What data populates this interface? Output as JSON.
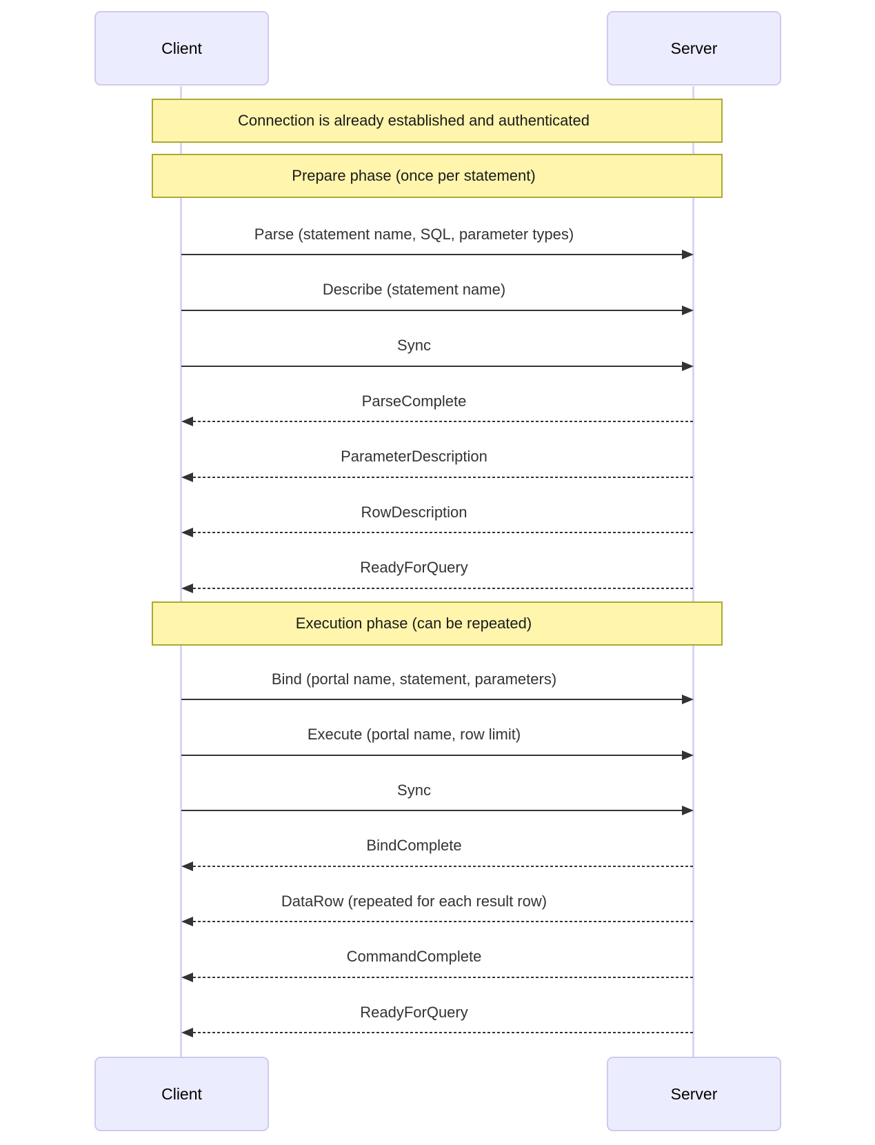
{
  "diagram": {
    "type": "sequence-diagram",
    "topic": "PostgreSQL extended query protocol",
    "actors": {
      "client": "Client",
      "server": "Server"
    },
    "notes": [
      {
        "text": "Connection is already established and authenticated"
      },
      {
        "text": "Prepare phase (once per statement)"
      },
      {
        "text": "Execution phase (can be repeated)"
      }
    ],
    "messages": [
      {
        "from": "Client",
        "to": "Server",
        "style": "solid",
        "text": "Parse (statement name, SQL, parameter types)"
      },
      {
        "from": "Client",
        "to": "Server",
        "style": "solid",
        "text": "Describe (statement name)"
      },
      {
        "from": "Client",
        "to": "Server",
        "style": "solid",
        "text": "Sync"
      },
      {
        "from": "Server",
        "to": "Client",
        "style": "dashed",
        "text": "ParseComplete"
      },
      {
        "from": "Server",
        "to": "Client",
        "style": "dashed",
        "text": "ParameterDescription"
      },
      {
        "from": "Server",
        "to": "Client",
        "style": "dashed",
        "text": "RowDescription"
      },
      {
        "from": "Server",
        "to": "Client",
        "style": "dashed",
        "text": "ReadyForQuery"
      },
      {
        "from": "Client",
        "to": "Server",
        "style": "solid",
        "text": "Bind (portal name, statement, parameters)"
      },
      {
        "from": "Client",
        "to": "Server",
        "style": "solid",
        "text": "Execute (portal name, row limit)"
      },
      {
        "from": "Client",
        "to": "Server",
        "style": "solid",
        "text": "Sync"
      },
      {
        "from": "Server",
        "to": "Client",
        "style": "dashed",
        "text": "BindComplete"
      },
      {
        "from": "Server",
        "to": "Client",
        "style": "dashed",
        "text": "DataRow (repeated for each result row)"
      },
      {
        "from": "Server",
        "to": "Client",
        "style": "dashed",
        "text": "CommandComplete"
      },
      {
        "from": "Server",
        "to": "Client",
        "style": "dashed",
        "text": "ReadyForQuery"
      }
    ],
    "colors": {
      "actor_fill": "#ECECFF",
      "actor_border": "#CFC9EE",
      "note_fill": "#FFF5AD",
      "note_border": "#AAAA33",
      "lifeline": "#D9D3F1",
      "arrow": "#333333",
      "text": "#333333",
      "background": "#FFFFFF"
    }
  }
}
